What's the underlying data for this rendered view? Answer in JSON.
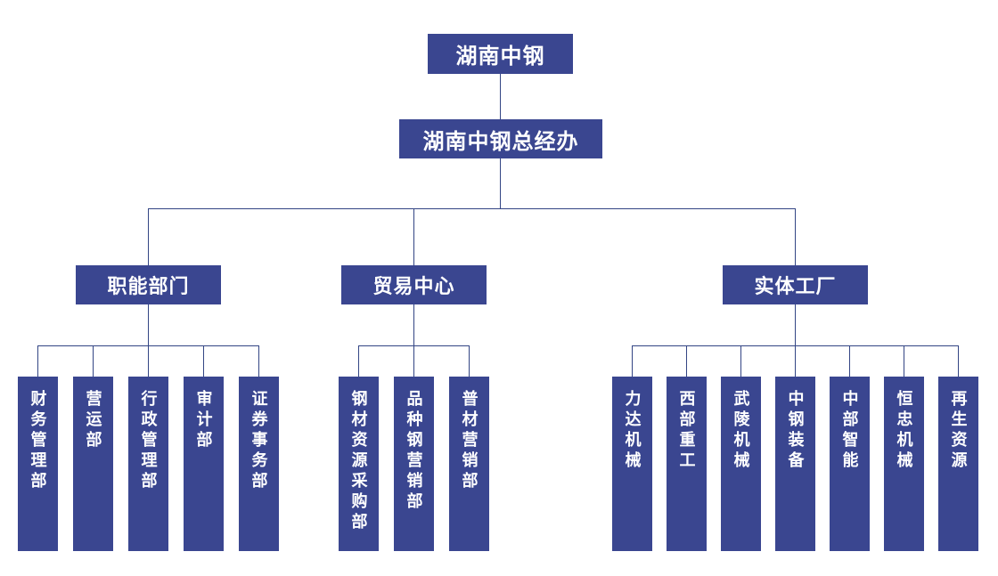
{
  "chart": {
    "type": "org-chart",
    "root": "湖南中钢",
    "level2": "湖南中钢总经办",
    "branches": [
      {
        "label": "职能部门",
        "children": [
          "财务管理部",
          "营运部",
          "行政管理部",
          "审计部",
          "证券事务部"
        ]
      },
      {
        "label": "贸易中心",
        "children": [
          "钢材资源采购部",
          "品种钢营销部",
          "普材营销部"
        ]
      },
      {
        "label": "实体工厂",
        "children": [
          "力达机械",
          "西部重工",
          "武陵机械",
          "中钢装备",
          "中部智能",
          "恒忠机械",
          "再生资源"
        ]
      }
    ],
    "colors": {
      "box_fill": "#3a4690",
      "box_text": "#ffffff",
      "connector_line": "#334584",
      "background": "#ffffff"
    }
  }
}
